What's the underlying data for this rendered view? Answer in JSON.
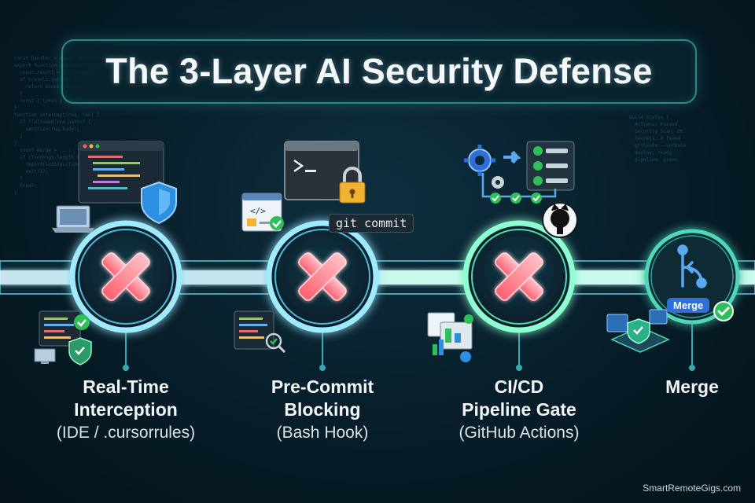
{
  "title": "The 3-Layer AI Security Defense",
  "nodes": [
    {
      "title_line1": "Real-Time",
      "title_line2": "Interception",
      "subtitle": "(IDE / .cursorrules)",
      "status_icon": "x-icon",
      "color": "#8fe6ff"
    },
    {
      "title_line1": "Pre-Commit",
      "title_line2": "Blocking",
      "subtitle": "(Bash Hook)",
      "status_icon": "x-icon",
      "color": "#8fe6ff"
    },
    {
      "title_line1": "CI/CD",
      "title_line2": "Pipeline Gate",
      "subtitle": "(GitHub Actions)",
      "status_icon": "x-icon",
      "color": "#7dffc8"
    },
    {
      "title_line1": "Merge",
      "title_line2": "",
      "subtitle": "",
      "status_icon": "merge-icon",
      "color": "#5fe0c0"
    }
  ],
  "git_commit_tag": "git commit",
  "merge_badge": "Merge",
  "watermark": "SmartRemoteGigs.com",
  "colors": {
    "x_fill": "#ff7a86",
    "check": "#2fbf5a",
    "shield": "#2d8fe0"
  }
}
